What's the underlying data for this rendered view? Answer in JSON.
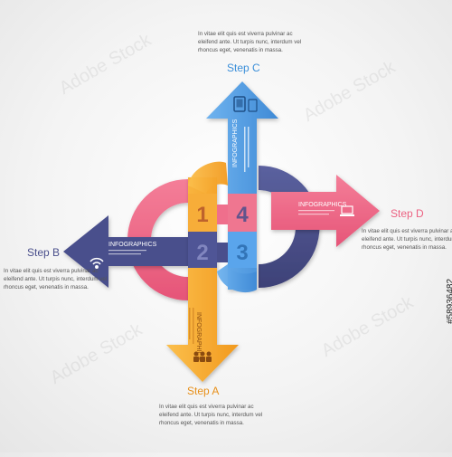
{
  "steps": {
    "a": {
      "label": "Step A",
      "color": "#f5a623",
      "desc": [
        "In vitae elit quis est viverra pulvinar ac",
        "eleifend ante. Ut turpis nunc, interdum vel",
        "rhoncus eget, venenatis in massa."
      ]
    },
    "b": {
      "label": "Step B",
      "color": "#4a4f8c",
      "desc": [
        "In vitae elit quis est viverra pulvinar ac",
        "eleifend ante. Ut turpis nunc, interdum vel",
        "rhoncus eget, venenatis in massa."
      ]
    },
    "c": {
      "label": "Step C",
      "color": "#3b8fd9",
      "desc": [
        "In vitae elit quis est viverra pulvinar ac",
        "eleifend ante. Ut turpis nunc, interdum vel",
        "rhoncus eget, venenatis in massa."
      ]
    },
    "d": {
      "label": "Step D",
      "color": "#ec6282",
      "desc": [
        "In vitae elit quis est viverra pulvinar ac",
        "eleifend ante. Ut turpis nunc, interdum vel",
        "rhoncus eget, venenatis in massa."
      ]
    }
  },
  "band_text": "INFOGRAPHICS",
  "numbers": [
    "1",
    "2",
    "3",
    "4"
  ],
  "watermark": {
    "text": "Adobe Stock",
    "id": "#58936482"
  },
  "icons": {
    "a": "people-icon",
    "b": "wifi-icon",
    "c": "tablet-icon",
    "d": "laptop-icon"
  }
}
